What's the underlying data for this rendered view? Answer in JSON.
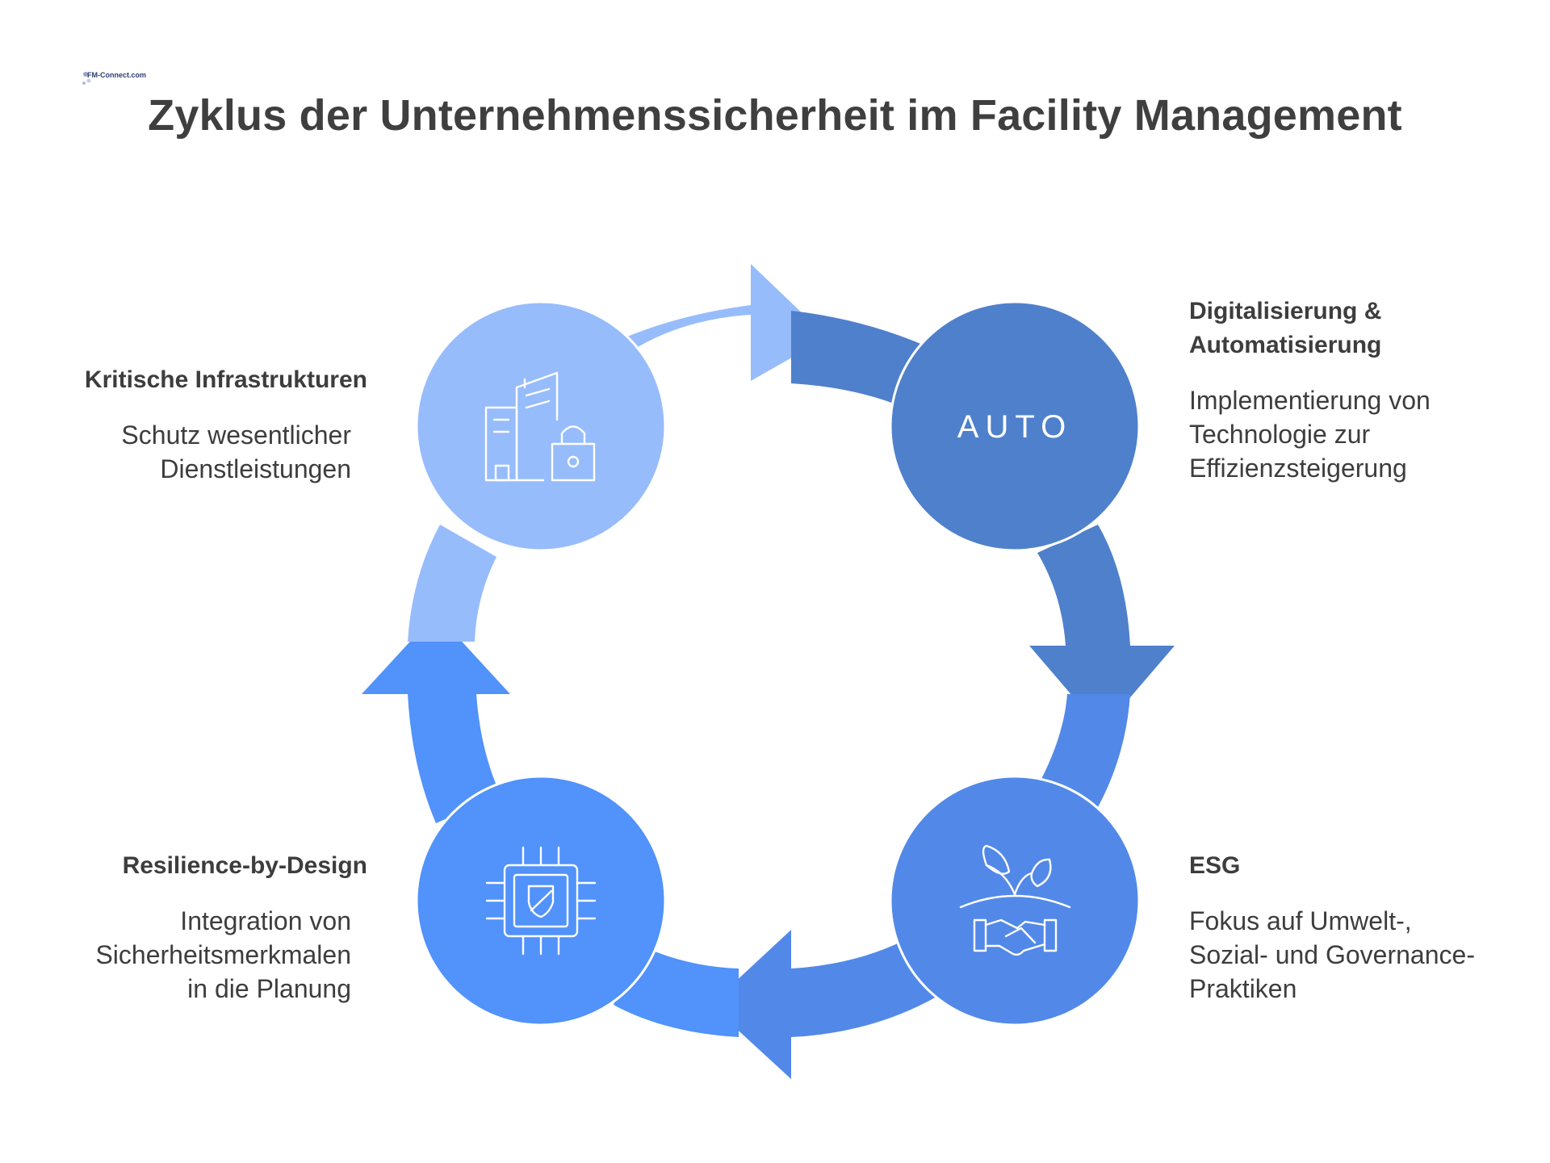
{
  "logo": {
    "text": "FM-Connect.com"
  },
  "title": "Zyklus der Unternehmenssicherheit im Facility Management",
  "nodes": [
    {
      "heading": "Kritische Infrastrukturen",
      "description": "Schutz wesentlicher\nDienstleistungen",
      "icon": "building-lock-icon",
      "color": "#97bcfb"
    },
    {
      "heading": "Digitalisierung &\nAutomatisierung",
      "description": "Implementierung von\nTechnologie zur\nEffizienzsteigerung",
      "icon_text": "AUTO",
      "color": "#4f80cb"
    },
    {
      "heading": "ESG",
      "description": "Fokus auf Umwelt-,\nSozial- und Governance-\nPraktiken",
      "icon": "plant-handshake-icon",
      "color": "#5289e8"
    },
    {
      "heading": "Resilience-by-Design",
      "description": "Integration von\nSicherheitsmerkmalen\nin die Planung",
      "icon": "chip-shield-icon",
      "color": "#5192fb"
    }
  ]
}
